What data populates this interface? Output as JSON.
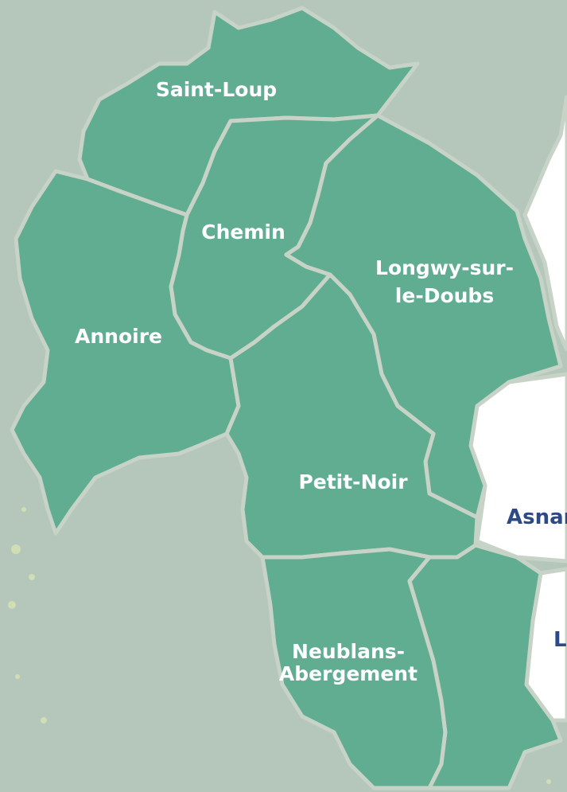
{
  "colors": {
    "background": "#b4c7ba",
    "commune_fill": "#61ad92",
    "border": "#c8d3c8",
    "label_light": "#ffffff",
    "label_dark": "#2e4a86"
  },
  "communes": [
    {
      "name": "Saint-Loup"
    },
    {
      "name": "Chemin"
    },
    {
      "name": "Annoire"
    },
    {
      "name": "Longwy-sur-",
      "name_line2": "le-Doubs"
    },
    {
      "name": "Petit-Noir"
    },
    {
      "name": "Neublans-",
      "name_line2": "Abergement"
    }
  ],
  "neighbors": [
    {
      "name": "Asnar"
    },
    {
      "name": "L"
    }
  ]
}
